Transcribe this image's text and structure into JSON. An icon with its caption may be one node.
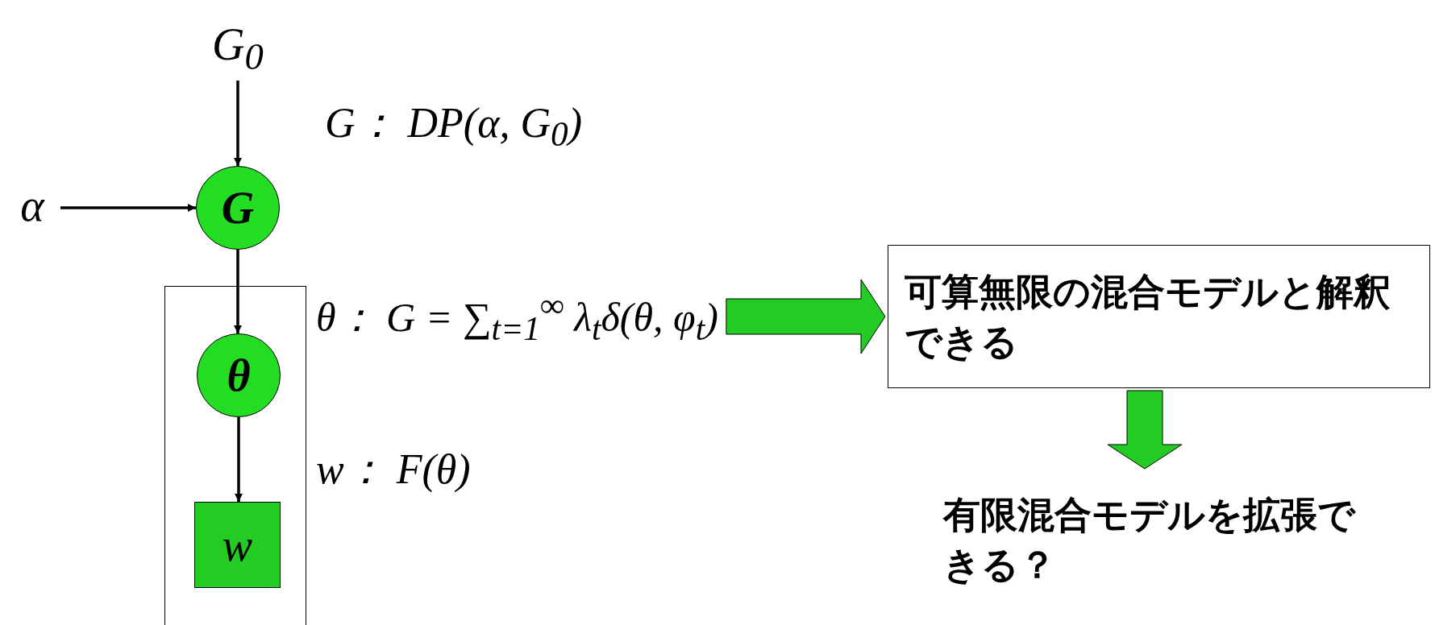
{
  "diagram": {
    "nodes": [
      {
        "text": [
          "G$_{0}$"
        ]
      },
      {
        "text": [
          "α"
        ]
      },
      {
        "text": [
          "G"
        ]
      },
      {
        "text": [],
        "shape": "box"
      },
      {
        "text": [
          "θ"
        ],
        "in": 3
      },
      {
        "text": [
          "w"
        ],
        "in": 3
      },
      {
        "text": [
          "可算無限の混合モデルと解釈できる"
        ]
      },
      {
        "text": [
          "有限混合モデルを拡張できる？"
        ]
      },
      {
        "text": [
          "θ：  G = ∑$_{t=1}$$^{∞}$ λ$_{t}$δ(θ, φ$_{t}$)"
        ]
      }
    ],
    "edges": [
      {
        "from": 0,
        "to": 2,
        "arrow": "to"
      },
      {
        "from": 1,
        "to": 2,
        "arrow": "to"
      },
      {
        "from": 2,
        "to": 4,
        "arrow": "to"
      },
      {
        "from": 4,
        "to": 5,
        "arrow": "to"
      },
      {
        "from": 8,
        "to": 6,
        "arrow": "to",
        "style": "thick",
        "color": "#22cc22"
      },
      {
        "from": 6,
        "to": 7,
        "arrow": "to",
        "style": "thick",
        "color": "#22cc22"
      }
    ],
    "labels": [
      "G：  DP(α, G$_{0}$)",
      "w：  F(θ)"
    ]
  }
}
